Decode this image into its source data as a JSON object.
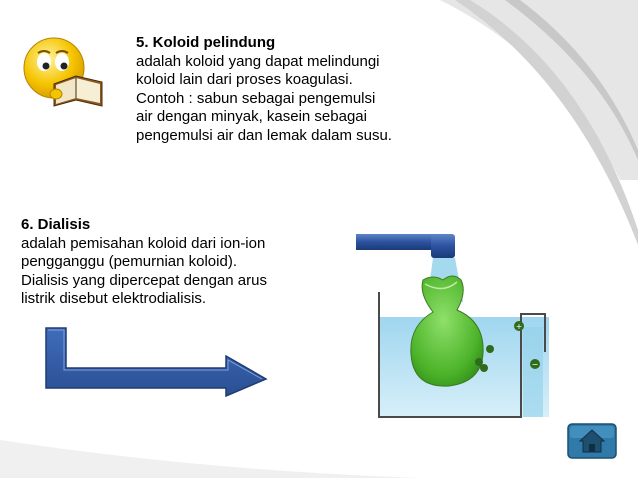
{
  "section5": {
    "title": "5. Koloid pelindung",
    "lines": [
      "adalah koloid yang dapat melindungi",
      "koloid lain dari proses koagulasi.",
      "Contoh : sabun sebagai pengemulsi",
      "air dengan minyak, kasein sebagai",
      "pengemulsi air dan lemak dalam susu."
    ]
  },
  "section6": {
    "title": "6. Dialisis",
    "lines": [
      "adalah pemisahan koloid dari ion-ion",
      "pengganggu (pemurnian koloid).",
      "Dialisis yang dipercepat dengan arus",
      "listrik disebut elektrodialisis."
    ]
  },
  "icons": {
    "smiley": "reading-smiley-icon",
    "arrow": "right-arrow-icon",
    "home": "home-icon"
  },
  "colors": {
    "accent_blue": "#2e5aa6",
    "water": "#bde3f4",
    "colloid_green": "#5fc23a",
    "home_teal": "#2f7aa8"
  }
}
